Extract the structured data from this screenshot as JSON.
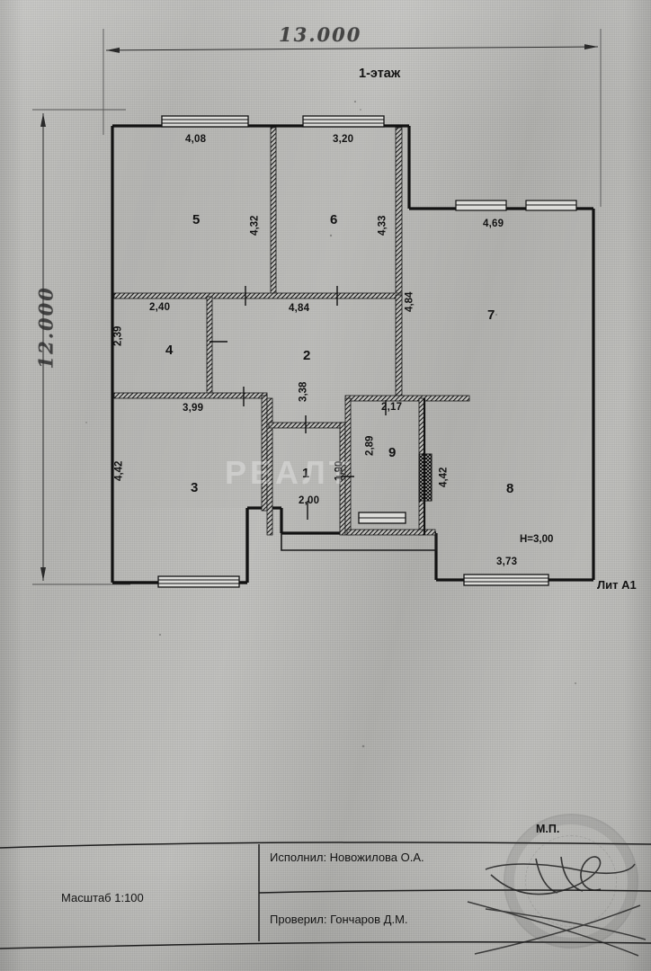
{
  "document": {
    "type": "floor-plan",
    "floor_title": "1-этаж",
    "literal": "Лит А1",
    "height_note": "H=3,00",
    "watermark": "РЕАЛТ"
  },
  "overall_dimensions": {
    "top_handwritten": "13.000",
    "left_handwritten": "12.000"
  },
  "rooms": [
    {
      "number": "1",
      "width": "2,00",
      "height": "1,90"
    },
    {
      "number": "2",
      "width": "4,84",
      "height": "3,38"
    },
    {
      "number": "3",
      "width": "3,99",
      "height": "4,42"
    },
    {
      "number": "4",
      "width": "2,40",
      "height": "2,39"
    },
    {
      "number": "5",
      "width": "4,08",
      "height": "4,32"
    },
    {
      "number": "6",
      "width": "3,20",
      "height": "4,33"
    },
    {
      "number": "7",
      "width": "4,69",
      "height": "4,84"
    },
    {
      "number": "8",
      "width": "3,73",
      "height": "4,42"
    },
    {
      "number": "9",
      "width": "2,17",
      "height": "2,89"
    }
  ],
  "dimension_labels": {
    "d_4_08": "4,08",
    "d_3_20": "3,20",
    "d_4_32": "4,32",
    "d_4_33": "4,33",
    "d_4_69": "4,69",
    "d_4_84_vert": "4,84",
    "d_2_40": "2,40",
    "d_2_39": "2,39",
    "d_4_84_horiz": "4,84",
    "d_3_99": "3,99",
    "d_3_38": "3,38",
    "d_2_17": "2,17",
    "d_4_42_left": "4,42",
    "d_4_42_right": "4,42",
    "d_2_89": "2,89",
    "d_1_90": "1,90",
    "d_2_00": "2,00",
    "d_3_73": "3,73"
  },
  "room_numbers": {
    "r1": "1",
    "r2": "2",
    "r3": "3",
    "r4": "4",
    "r5": "5",
    "r6": "6",
    "r7": "7",
    "r8": "8",
    "r9": "9"
  },
  "title_block": {
    "scale": "Масштаб 1:100",
    "executor": "Исполнил: Новожилова О.А.",
    "checker": "Проверил: Гончаров Д.М.",
    "stamp_label": "М.П."
  },
  "colors": {
    "paper": "#b9b9b6",
    "ink": "#131313",
    "line": "#1a1a1a"
  }
}
